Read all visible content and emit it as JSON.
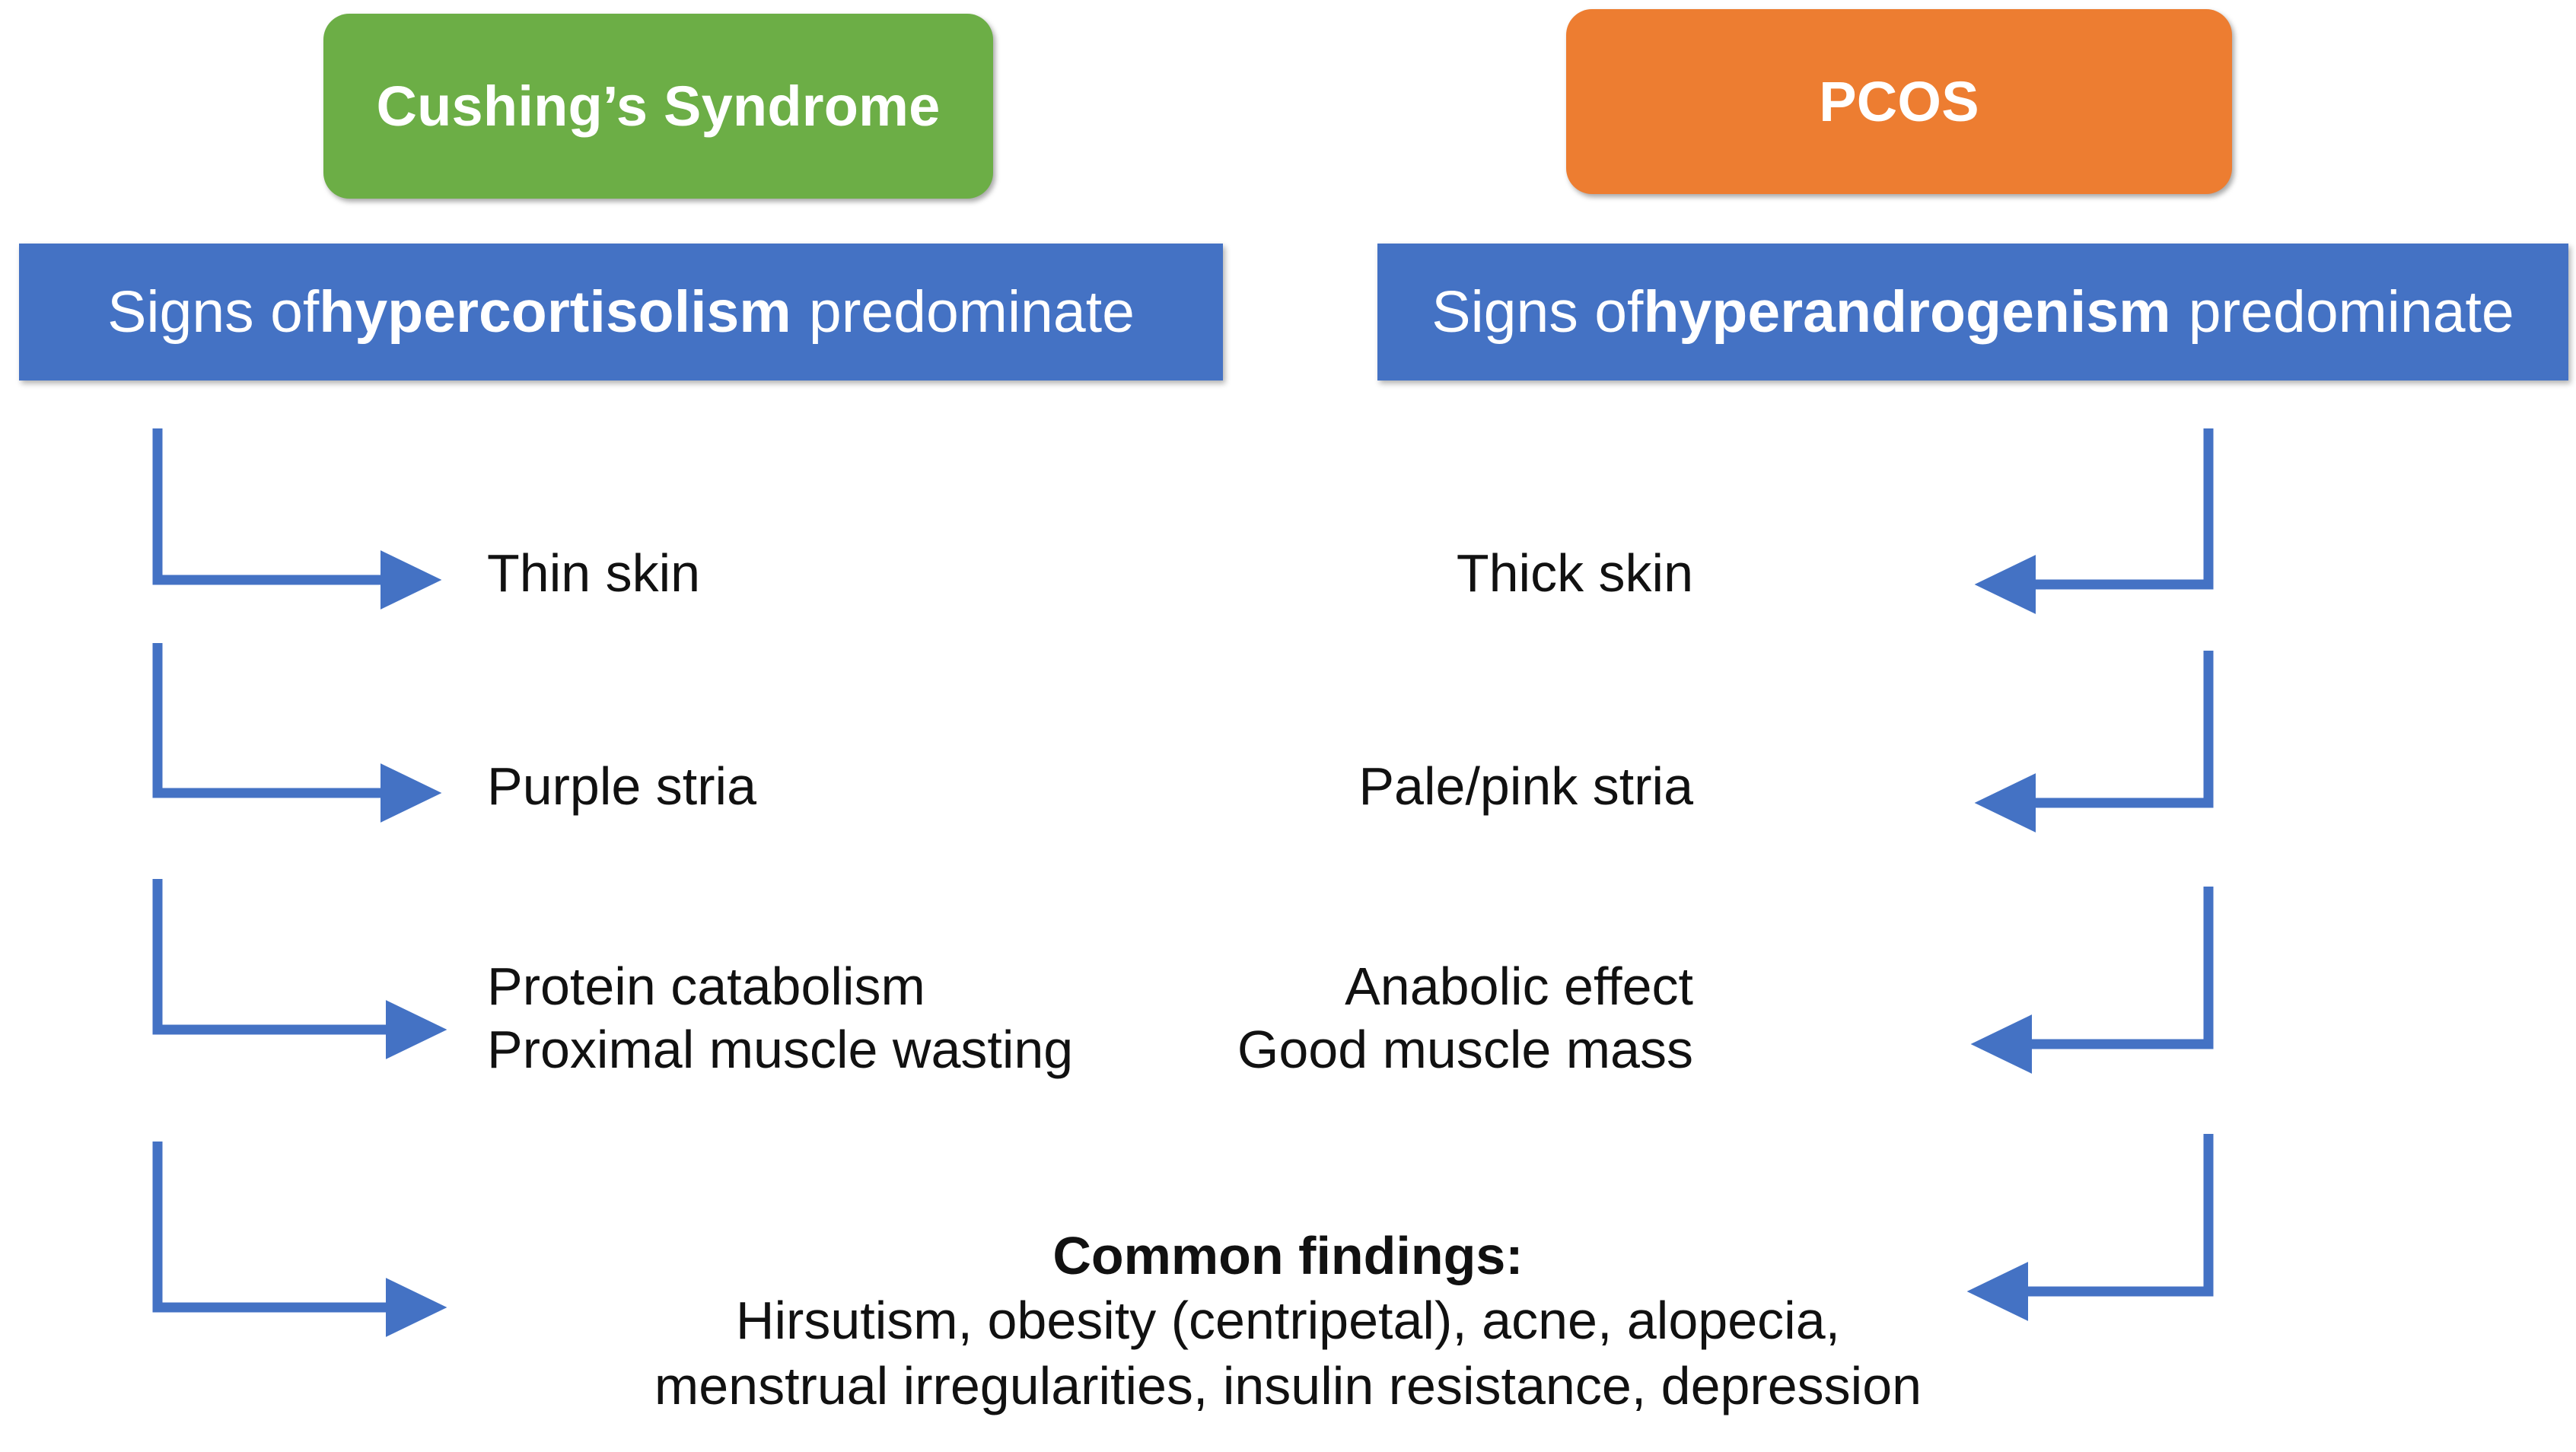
{
  "meta": {
    "title": "Cushing's Syndrome vs PCOS comparison",
    "colors": {
      "green": "#6CAE46",
      "orange": "#ED7D31",
      "banner_blue": "#4472C4",
      "arrow_blue": "#4472C4",
      "text": "#111111",
      "background": "#FFFFFF"
    }
  },
  "columns": {
    "left": {
      "header": "Cushing’s Syndrome",
      "banner": {
        "prefix": "Signs of ",
        "emphasis": "hypercortisolism",
        "suffix": "predominate",
        "full_text": "Signs of hypercortisolism predominate"
      },
      "items": [
        {
          "id": "thin-skin",
          "lines": [
            "Thin skin"
          ],
          "arrow": "arrow-right-elbow-icon"
        },
        {
          "id": "purple-stria",
          "lines": [
            "Purple stria"
          ],
          "arrow": "arrow-right-elbow-icon"
        },
        {
          "id": "protein-catabolism",
          "lines": [
            "Protein catabolism",
            "Proximal muscle wasting"
          ],
          "arrow": "arrow-right-elbow-icon"
        }
      ]
    },
    "right": {
      "header": "PCOS",
      "banner": {
        "prefix": "Signs of ",
        "emphasis": "hyperandrogenism",
        "suffix": "predominate",
        "full_text": "Signs of hyperandrogenism predominate"
      },
      "items": [
        {
          "id": "thick-skin",
          "lines": [
            "Thick skin"
          ],
          "arrow": "arrow-left-elbow-icon"
        },
        {
          "id": "pale-pink-stria",
          "lines": [
            "Pale/pink stria"
          ],
          "arrow": "arrow-left-elbow-icon"
        },
        {
          "id": "anabolic-effect",
          "lines": [
            "Anabolic effect",
            "Good muscle mass"
          ],
          "arrow": "arrow-left-elbow-icon"
        }
      ]
    }
  },
  "common_findings": {
    "heading": "Common findings:",
    "lines": [
      "Hirsutism, obesity (centripetal), acne, alopecia,",
      "menstrual irregularities, insulin resistance, depression"
    ],
    "arrow_left": "arrow-right-elbow-icon",
    "arrow_right": "arrow-left-elbow-icon"
  }
}
